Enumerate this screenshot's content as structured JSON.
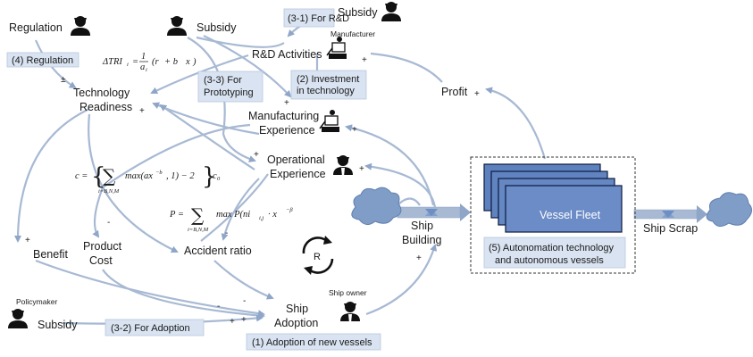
{
  "labels": {
    "regulation": "Regulation",
    "subsidy_top": "Subsidy",
    "subsidy_right": "Subsidy",
    "rd_activities": "R&D Activities",
    "manufacturer": "Manufacturer",
    "technology_readiness_1": "Technology",
    "technology_readiness_2": "Readiness",
    "manufacturing_experience_1": "Manufacturing",
    "manufacturing_experience_2": "Experience",
    "operational_experience_1": "Operational",
    "operational_experience_2": "Experience",
    "profit": "Profit",
    "benefit": "Benefit",
    "product_cost_1": "Product",
    "product_cost_2": "Cost",
    "accident_ratio": "Accident ratio",
    "ship_building_1": "Ship",
    "ship_building_2": "Building",
    "ship_scrap": "Ship Scrap",
    "vessel_fleet": "Vessel Fleet",
    "ship_adoption_1": "Ship",
    "ship_adoption_2": "Adoption",
    "ship_owner": "Ship owner",
    "policymaker": "Policymaker",
    "subsidy_bottom": "Subsidy",
    "loop": "R"
  },
  "boxes": {
    "for_rd": "(3-1) For R&D",
    "regulation_box": "(4) Regulation",
    "prototyping_1": "(3-3) For",
    "prototyping_2": "Prototyping",
    "investment_1": "(2) Investment",
    "investment_2": "in technology",
    "autonomation_1": "(5) Autonomation technology",
    "autonomation_2": "and autonomous vessels",
    "for_adoption": "(3-2) For Adoption",
    "adoption_new": "(1) Adoption of new vessels"
  },
  "signs": {
    "reg_to_tr": "±",
    "tr_plus": "+",
    "rd_plus": "+",
    "inv_plus": "+",
    "profit_plus": "+",
    "mfg_plus": "+",
    "op_plus_left": "+",
    "op_plus_right": "+",
    "benefit_plus": "+",
    "pc_minus": "-",
    "acc_minus": "-",
    "ad_minus1": "-",
    "ad_minus2": "-",
    "ad_plus1": "+",
    "ad_plus2": "+",
    "sb_plus": "+"
  },
  "equations": {
    "tri_lhs": "ΔTRI",
    "tri_sub": "i",
    "tri_eq": "=",
    "tri_num": "1",
    "tri_den": "a",
    "tri_den_sub": "i",
    "tri_rhs": "(r",
    "tri_rhs2": "+ b",
    "tri_rhs3": "x",
    "tri_rhs4": ")",
    "c_lhs": "c =",
    "c_sum_sub": "i=B,N,M",
    "c_body": "max(ax",
    "c_sup": "−b",
    "c_body2": ", 1) − 2",
    "c_tail": "c",
    "c_tail_sub": "0",
    "p_lhs": "P =",
    "p_sum_sub": "i=B,N,M",
    "p_body": "max P(ni",
    "p_body_sub": "i,j",
    "p_body2": "· x",
    "p_sup": "−β"
  },
  "colors": {
    "arrow": "#a7b9d3",
    "box": "#d9e3f1",
    "cloud": "#7f9dc6",
    "fleet": "#6c8fc5"
  }
}
